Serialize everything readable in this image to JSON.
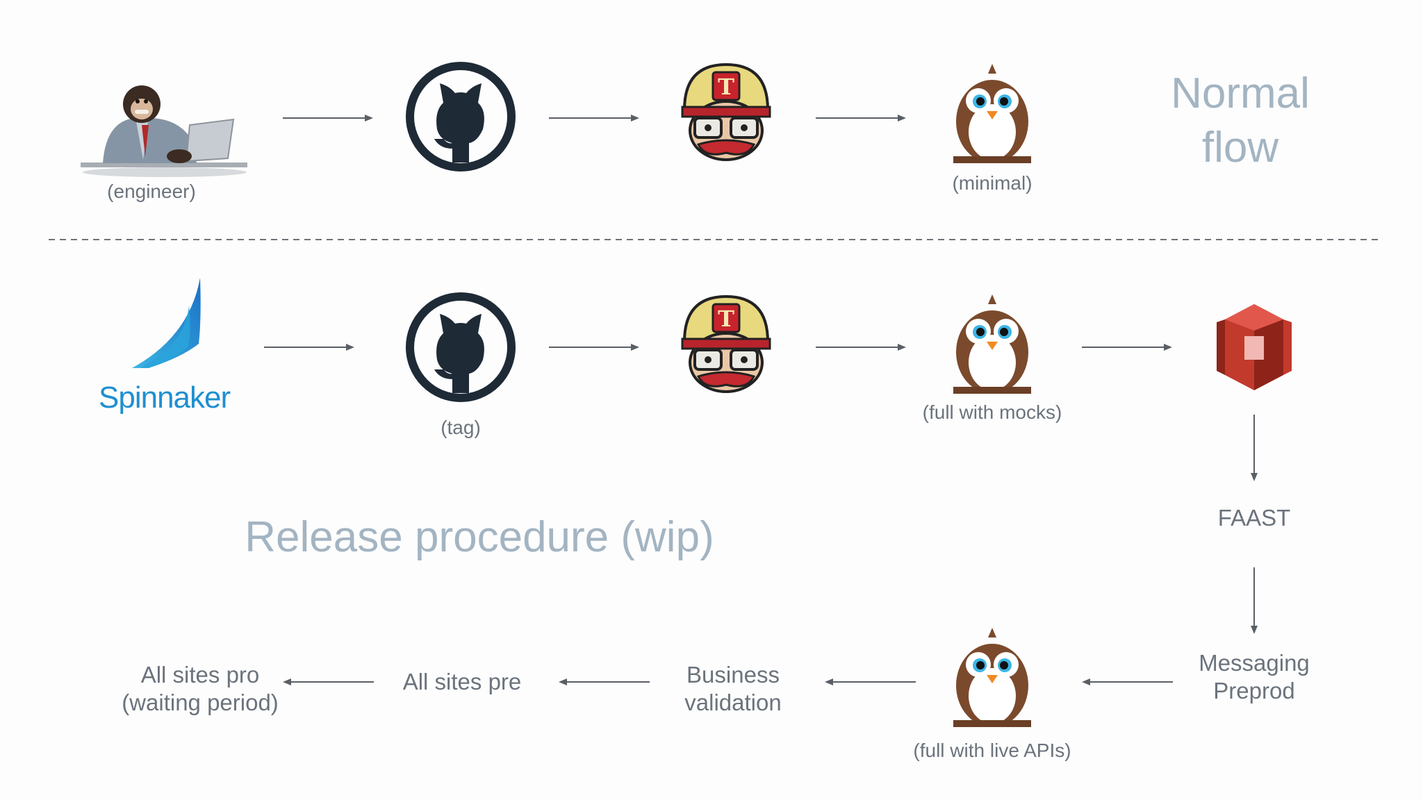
{
  "normal_flow": {
    "title_line1": "Normal",
    "title_line2": "flow",
    "nodes": [
      {
        "icon": "chimpanzee-engineer-icon",
        "caption": "(engineer)"
      },
      {
        "icon": "github-icon",
        "caption": ""
      },
      {
        "icon": "travis-ci-icon",
        "caption": ""
      },
      {
        "icon": "owl-test-icon",
        "caption": "(minimal)"
      }
    ]
  },
  "release_flow": {
    "title": "Release procedure (wip)",
    "nodes": [
      {
        "icon": "spinnaker-logo",
        "caption": "Spinnaker"
      },
      {
        "icon": "github-icon",
        "caption": "(tag)"
      },
      {
        "icon": "travis-ci-icon",
        "caption": ""
      },
      {
        "icon": "owl-test-icon",
        "caption": "(full with mocks)"
      },
      {
        "icon": "aws-s3-icon",
        "caption": ""
      }
    ],
    "steps": {
      "faast": "FAAST",
      "messaging_preprod_line1": "Messaging",
      "messaging_preprod_line2": "Preprod",
      "owl_live_caption": "(full with live APIs)",
      "business_validation_line1": "Business",
      "business_validation_line2": "validation",
      "all_sites_pre": "All sites pre",
      "all_sites_pro_line1": "All sites pro",
      "all_sites_pro_line2": "(waiting period)"
    }
  },
  "colors": {
    "background": "#fdfdfd",
    "text": "#6b737c",
    "title": "#a3b4c2",
    "arrow": "#5a5f66",
    "github": "#1e2a36",
    "spinnaker": "#1f8fd0",
    "s3_red": "#c23a2c",
    "owl_brown": "#7b4a2c"
  }
}
